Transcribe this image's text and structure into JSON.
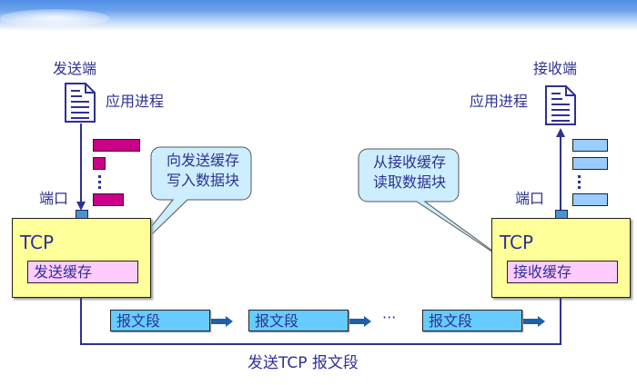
{
  "sender": {
    "title": "发送端",
    "process_label": "应用进程",
    "port_label": "端口",
    "tcp_label": "TCP",
    "buffer_label": "发送缓存",
    "callout": {
      "line1": "向发送缓存",
      "line2": "写入数据块"
    },
    "block_color": "#cc0088"
  },
  "receiver": {
    "title": "接收端",
    "process_label": "应用进程",
    "port_label": "端口",
    "tcp_label": "TCP",
    "buffer_label": "接收缓存",
    "callout": {
      "line1": "从接收缓存",
      "line2": "读取数据块"
    },
    "block_color": "#99ccff"
  },
  "segments": [
    {
      "label": "报文段"
    },
    {
      "label": "报文段"
    },
    {
      "label": "报文段"
    }
  ],
  "ellipsis": "···",
  "bottom_caption": "发送TCP 报文段",
  "icons": [
    "document-icon",
    "arrow-right-icon",
    "port-icon"
  ],
  "colors": {
    "line": "#2e3192",
    "tcp_box": "#ffff99",
    "buffer": "#ffccff",
    "segment": "#66ccff",
    "callout": "#cceeff",
    "port": "#4f8fd0"
  }
}
